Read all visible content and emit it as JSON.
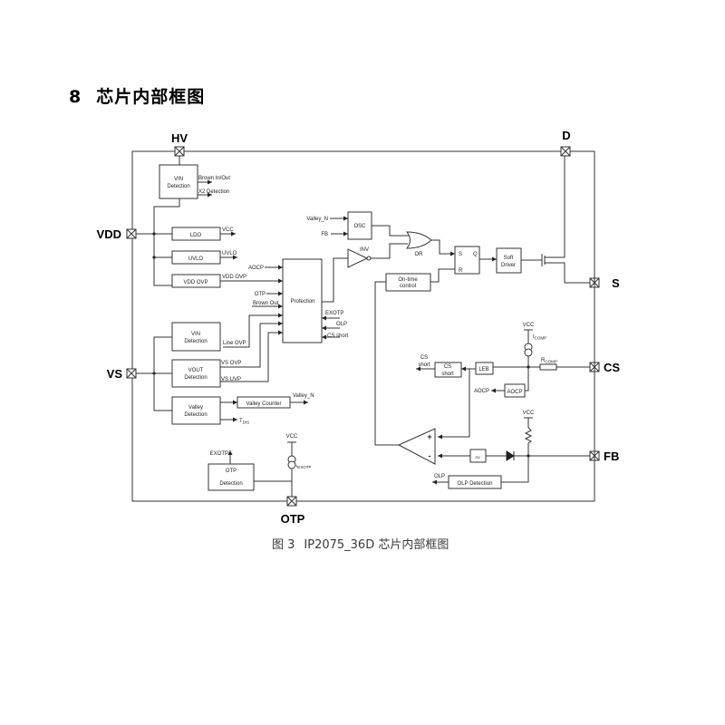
{
  "heading": {
    "number": "8",
    "title": "芯片内部框图"
  },
  "caption": {
    "figure": "图 3",
    "text": "IP2075_36D 芯片内部框图"
  },
  "pins": {
    "hv": "HV",
    "d": "D",
    "vdd": "VDD",
    "vs": "VS",
    "s": "S",
    "cs": "CS",
    "fb": "FB",
    "otp": "OTP"
  },
  "blocks": {
    "vin_det_hv": [
      "VIN",
      "Detection"
    ],
    "ldo": "LDO",
    "uvlo": "UVLO",
    "vdd_ovp": "VDD OVP",
    "vin_det_vs": [
      "VIN",
      "Detection"
    ],
    "vout_det": [
      "VOUT",
      "Detection"
    ],
    "valley_det": [
      "Valley",
      "Detection"
    ],
    "valley_counter": "Valley Counter",
    "protection": "Protection",
    "osc": "OSC",
    "inv": "INV",
    "or": "OR",
    "sr_s": "S",
    "sr_q": "Q",
    "sr_r": "R",
    "soft_driver": [
      "Soft",
      "Driver"
    ],
    "on_time": [
      "On-time",
      "control"
    ],
    "cs_short": [
      "CS",
      "short"
    ],
    "leb": "LEB",
    "aocp": "AOCP",
    "av": "Av",
    "olp_det": "OLP Detection",
    "otp_det": [
      "OTP",
      "Detection"
    ]
  },
  "signals": {
    "brown_in_out": "Brown In/Out",
    "x2_detection": "X2 Detection",
    "vcc": "VCC",
    "uvlo": "UVLO",
    "vdd_ovp": "VDD OVP",
    "aocp": "AOCP",
    "otp": "OTP",
    "brown_out": "Brown Out",
    "line_ovp": "Line OVP",
    "vs_ovp": "VS OVP",
    "vs_uvp": "VS UVP",
    "valley_n": "Valley_N",
    "tdis": "T",
    "tdis_sub": "DIS",
    "exotp": "EXOTP",
    "olp": "OLP",
    "cs_short": "CS short",
    "fb": "FB",
    "icomp": "I",
    "icomp_sub": "COMP",
    "rcomp": "R",
    "rcomp_sub": "COMP",
    "iexotp": "I",
    "iexotp_sub": "EXOTP",
    "cs_short_out": [
      "CS",
      "short"
    ],
    "plus": "+",
    "minus": "-"
  }
}
